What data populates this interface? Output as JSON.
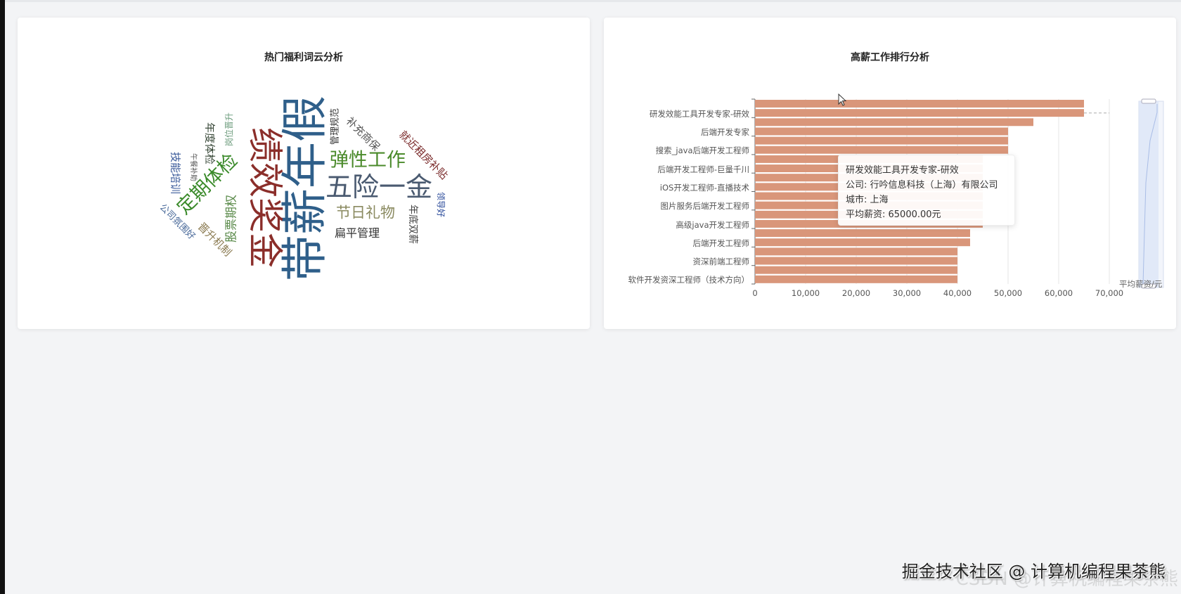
{
  "wordcloud_card": {
    "title": "热门福利词云分析",
    "words": [
      {
        "text": "带薪年假",
        "color": "#2f5f8a"
      },
      {
        "text": "绩效奖金",
        "color": "#8b2e2a"
      },
      {
        "text": "五险一金",
        "color": "#4a5a70"
      },
      {
        "text": "弹性工作",
        "color": "#4a8a2a"
      },
      {
        "text": "节日礼物",
        "color": "#8a8a60"
      },
      {
        "text": "扁平管理",
        "color": "#333333"
      },
      {
        "text": "定期体检",
        "color": "#3a8a2a"
      },
      {
        "text": "股票期权",
        "color": "#5a8a4a"
      },
      {
        "text": "晋升机制",
        "color": "#8a7a50"
      },
      {
        "text": "公司氛围好",
        "color": "#4a6a9a"
      },
      {
        "text": "技能培训",
        "color": "#3a5a9a"
      },
      {
        "text": "午餐补助",
        "color": "#555555"
      },
      {
        "text": "年度体检",
        "color": "#3a4a3a"
      },
      {
        "text": "岗位晋升",
        "color": "#6a9a7a"
      },
      {
        "text": "管理规范",
        "color": "#333333"
      },
      {
        "text": "补充商保",
        "color": "#555555"
      },
      {
        "text": "就近租房补贴",
        "color": "#7a2a2a"
      },
      {
        "text": "年底双薪",
        "color": "#444444"
      },
      {
        "text": "领导好",
        "color": "#2a4a9a"
      }
    ]
  },
  "salary_card": {
    "title": "高薪工作排行分析",
    "tooltip": {
      "title": "研发效能工具开发专家-研效",
      "company": "公司: 行吟信息科技（上海）有限公司",
      "city": "城市: 上海",
      "salary": "平均薪资: 65000.00元"
    },
    "datazoom_label": "平均薪资/元"
  },
  "chart_data": {
    "type": "bar",
    "orientation": "horizontal",
    "title": "高薪工作排行分析",
    "categories": [
      "",
      "研发效能工具开发专家-研效",
      "",
      "后端开发专家",
      "",
      "搜索_java后端开发工程师",
      "",
      "后端开发工程师-巨量千川",
      "",
      "iOS开发工程师-直播技术",
      "",
      "图片服务后端开发工程师",
      "",
      "高级java开发工程师",
      "",
      "后端开发工程师",
      "",
      "资深前端工程师",
      "",
      "软件开发资深工程师（技术方向）"
    ],
    "values": [
      65000,
      65000,
      55000,
      50000,
      50000,
      50000,
      45000,
      45000,
      45000,
      45000,
      45000,
      45000,
      45000,
      45000,
      42500,
      42500,
      40000,
      40000,
      40000,
      40000
    ],
    "xticks": [
      "0",
      "10,000",
      "20,000",
      "30,000",
      "40,000",
      "50,000",
      "60,000",
      "70,000"
    ],
    "xlim": [
      0,
      70000
    ],
    "xlabel": "平均薪资/元",
    "bar_color": "#d9967a",
    "grid": "vertical"
  },
  "watermark": {
    "main": "掘金技术社区 @ 计算机编程果茶熊",
    "faint": "CSDN @计算机编程果茶熊"
  }
}
